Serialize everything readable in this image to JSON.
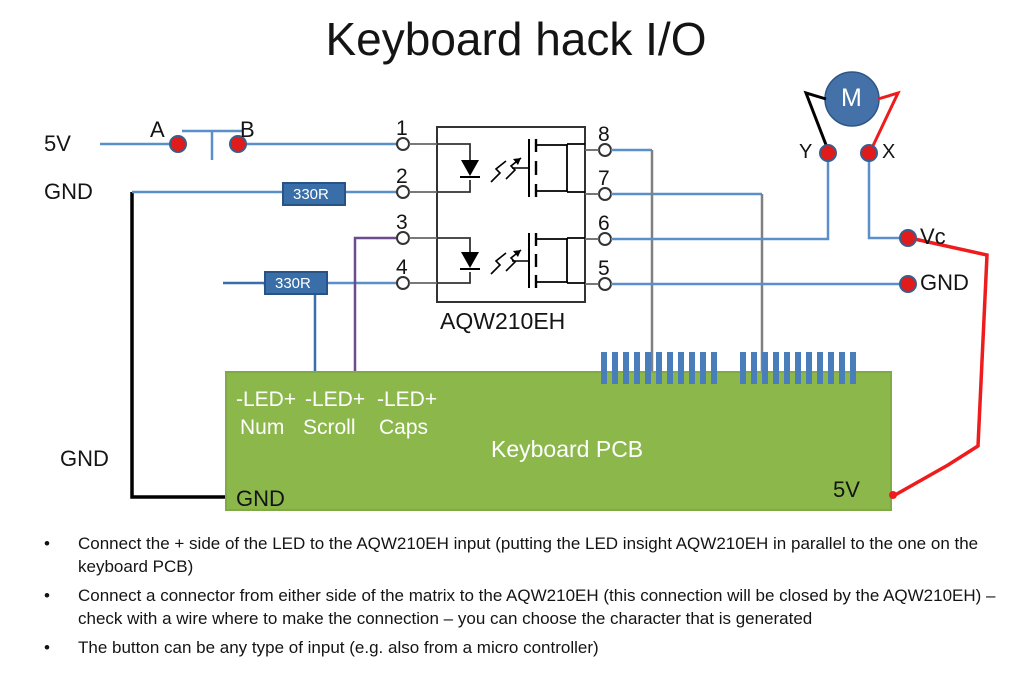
{
  "title": "Keyboard hack I/O",
  "left_rail": {
    "v5": "5V",
    "gnd_top": "GND",
    "gnd_bottom": "GND"
  },
  "switch": {
    "terminal_a": "A",
    "terminal_b": "B"
  },
  "resistors": [
    {
      "label": "330R"
    },
    {
      "label": "330R"
    }
  ],
  "ic": {
    "part_number": "AQW210EH",
    "pins_left": [
      "1",
      "2",
      "3",
      "4"
    ],
    "pins_right": [
      "8",
      "7",
      "6",
      "5"
    ]
  },
  "motor": {
    "label": "M",
    "terminal_y": "Y",
    "terminal_x": "X"
  },
  "supply": {
    "vc": "Vc",
    "gnd": "GND"
  },
  "pcb": {
    "title": "Keyboard PCB",
    "gnd": "GND",
    "v5": "5V",
    "led_pads": [
      {
        "polarity": "-LED+",
        "name": "Num"
      },
      {
        "polarity": "-LED+",
        "name": "Scroll"
      },
      {
        "polarity": "-LED+",
        "name": "Caps"
      }
    ]
  },
  "bullets": [
    {
      "marker": "•",
      "text": "Connect the + side of the LED to the AQW210EH input (putting the LED insight AQW210EH in parallel to the  one on the keyboard PCB)"
    },
    {
      "marker": "•",
      "text": "Connect a connector from either side of the matrix to the AQW210EH (this connection will be closed by the AQW210EH) – check with a wire  where to make the connection – you can choose the character that is generated"
    },
    {
      "marker": "•",
      "text": "The button can be any type of input (e.g. also from a micro controller)"
    }
  ],
  "colors": {
    "wire_blue": "#5B8FC9",
    "wire_black": "#000000",
    "wire_red": "#EE1C1C",
    "wire_gray": "#808080",
    "wire_purple": "#6B4C8C",
    "node_red": "#E01B1B",
    "node_ring": "#3A5E8C",
    "pcb_green": "#8CB84B",
    "pcb_border": "#7FAA44",
    "comb_blue": "#4A7EBB",
    "resistor_fill": "#3A6EA8",
    "motor_fill": "#4472A8"
  }
}
